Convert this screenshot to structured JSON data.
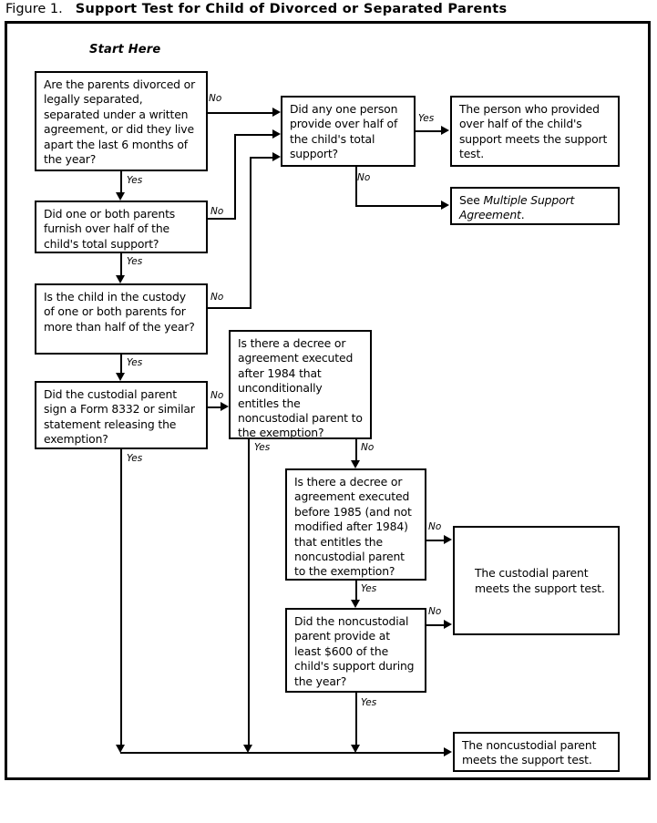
{
  "caption": {
    "figure_label": "Figure 1.",
    "title": "Support Test for Child of Divorced or Separated Parents"
  },
  "start_marker": "Start Here",
  "nodes": {
    "q1_divorced": "Are the parents divorced or legally separated, separated under a written agreement, or did they live apart the last 6 months of the year?",
    "q2_furnish_half": "Did one or both parents furnish over half of the child's total support?",
    "q3_custody": "Is the child in the custody of one or both parents for more than half of the year?",
    "q4_form8332": "Did the custodial parent sign a Form 8332 or similar statement releasing the exemption?",
    "q5_any_one_person": "Did any one person provide over half of the child's total support?",
    "q6_decree_after_1984": "Is there a decree or agreement executed after 1984 that unconditionally entitles the noncustodial parent to the exemption?",
    "q7_decree_before_1985": "Is there a decree or agreement executed before 1985 (and not modified after 1984) that entitles the noncustodial parent to the exemption?",
    "q8_600_support": "Did the noncustodial parent provide at least $600 of the child's support during the year?",
    "r1_person_meets": "The person who provided over half of the child's support meets the support test.",
    "r2_multiple_support_prefix": "See ",
    "r2_multiple_support_italic": "Multiple Support Agreement",
    "r2_multiple_support_suffix": ".",
    "r3_custodial_meets": "The custodial parent meets the support test.",
    "r4_noncustodial_meets": "The noncustodial parent meets the support test."
  },
  "edge_labels": {
    "q1_no": "No",
    "q1_yes": "Yes",
    "q2_no": "No",
    "q2_yes": "Yes",
    "q3_no": "No",
    "q3_yes": "Yes",
    "q4_no": "No",
    "q4_yes": "Yes",
    "q5_yes": "Yes",
    "q5_no": "No",
    "q6_yes": "Yes",
    "q6_no": "No",
    "q7_no": "No",
    "q7_yes": "Yes",
    "q8_no": "No",
    "q8_yes": "Yes"
  },
  "colors": {
    "ink": "#000000",
    "paper": "#ffffff"
  }
}
